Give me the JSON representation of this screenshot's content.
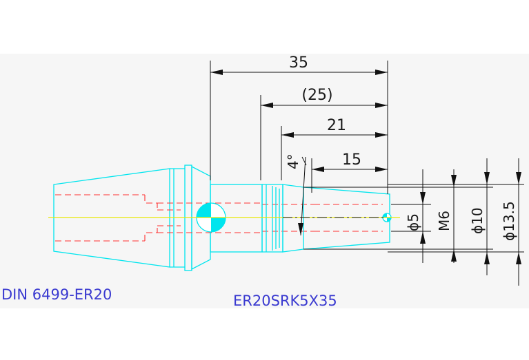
{
  "dimensions": {
    "overall_length": "35",
    "ref_length": "(25)",
    "length_21": "21",
    "length_15": "15",
    "taper_angle": "4°",
    "dia_5": "ϕ5",
    "thread": "M6",
    "dia_10": "ϕ10",
    "dia_13_5": "ϕ13.5"
  },
  "captions": {
    "holder": "DIN 6499-ER20",
    "extension": "ER20SRK5X35"
  },
  "colors": {
    "outline": "#00e5ee",
    "hidden": "#ff3333",
    "center": "#e8e800",
    "dimension": "#111111",
    "caption": "#3a3ad0"
  }
}
